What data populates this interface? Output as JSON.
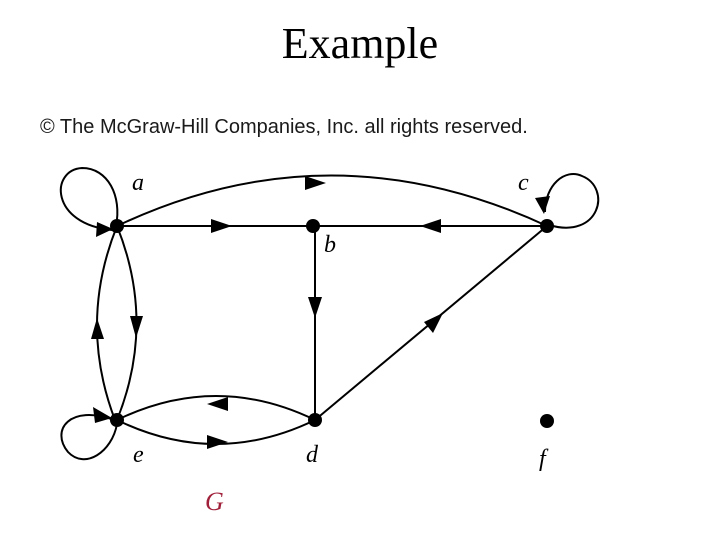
{
  "slide": {
    "title": "Example",
    "copyright": "© The McGraw-Hill Companies, Inc. all rights reserved."
  },
  "graph": {
    "name": "G",
    "name_color": "#a0203a",
    "vertices": [
      "a",
      "b",
      "c",
      "d",
      "e",
      "f"
    ],
    "edges": [
      {
        "from": "a",
        "to": "a"
      },
      {
        "from": "a",
        "to": "b"
      },
      {
        "from": "a",
        "to": "c"
      },
      {
        "from": "a",
        "to": "e"
      },
      {
        "from": "e",
        "to": "a"
      },
      {
        "from": "b",
        "to": "d"
      },
      {
        "from": "c",
        "to": "b"
      },
      {
        "from": "c",
        "to": "c"
      },
      {
        "from": "d",
        "to": "c"
      },
      {
        "from": "d",
        "to": "e"
      },
      {
        "from": "e",
        "to": "d"
      },
      {
        "from": "e",
        "to": "e"
      }
    ]
  }
}
